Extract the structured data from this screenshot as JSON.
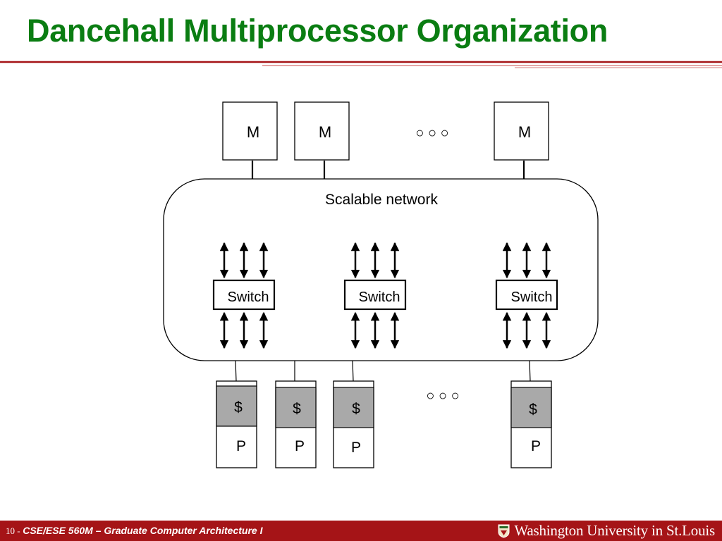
{
  "slide": {
    "title": "Dancehall Multiprocessor Organization"
  },
  "diagram": {
    "memory_label": "M",
    "network_label": "Scalable network",
    "switch_label": "Switch",
    "cache_label": "$",
    "processor_label": "P",
    "ellipsis": "○ ○ ○"
  },
  "footer": {
    "page_number": "10 -",
    "course": "CSE/ESE 560M – Graduate Computer Architecture I",
    "university": "Washington University in St.Louis"
  },
  "colors": {
    "title": "#0a7d12",
    "rule": "#a51417",
    "footer_bg": "#a51417",
    "cache_fill": "#a9a9a9"
  }
}
